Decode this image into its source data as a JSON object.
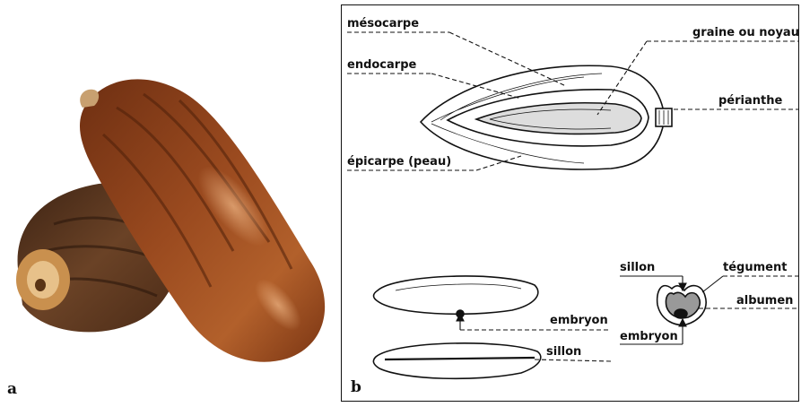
{
  "panel_a": {
    "letter": "a"
  },
  "panel_b": {
    "letter": "b",
    "labels": {
      "mesocarpe": "mésocarpe",
      "endocarpe": "endocarpe",
      "epicarpe": "épicarpe (peau)",
      "graine": "graine ou noyau",
      "perianthe": "périanthe",
      "embryon_top": "embryon",
      "sillon_bottom": "sillon",
      "sillon_section": "sillon",
      "tegument": "tégument",
      "albumen": "albumen",
      "embryon_section": "embryon"
    }
  },
  "colors": {
    "fruit_dark": "#5a2a10",
    "fruit_mid": "#8b3f17",
    "fruit_light": "#b86a35",
    "ink": "#111111"
  }
}
